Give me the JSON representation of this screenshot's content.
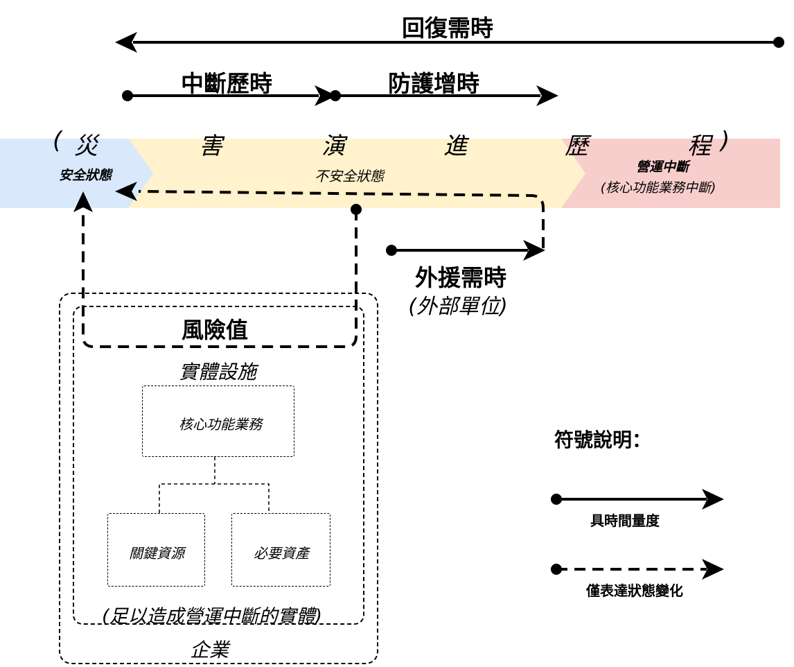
{
  "colors": {
    "safe": "#dae8fc",
    "unsafe": "#fff2cc",
    "interrupted": "#f8cecc",
    "line": "#000000"
  },
  "timelines": {
    "recovery_time": "回復需時",
    "interruption_time": "中斷歷時",
    "protection_time": "防護增時",
    "external_aid_time": "外援需時",
    "external_aid_note": "(外部單位)"
  },
  "band": {
    "process_chars": [
      "(",
      "災",
      "害",
      "演",
      "進",
      "歷",
      "程",
      ")"
    ],
    "safe_state": "安全狀態",
    "unsafe_state": "不安全狀態",
    "interrupted_state": "營運中斷",
    "interrupted_note": "(核心功能業務中斷)"
  },
  "enterprise": {
    "label": "企業",
    "risk_value": "風險值",
    "facility_title": "實體設施",
    "core_business": "核心功能業務",
    "key_resources": "關鍵資源",
    "essential_assets": "必要資產",
    "facility_note": "(足以造成營運中斷的實體)"
  },
  "legend": {
    "title": "符號說明：",
    "solid_label": "具時間量度",
    "dashed_label": "僅表達狀態變化"
  }
}
